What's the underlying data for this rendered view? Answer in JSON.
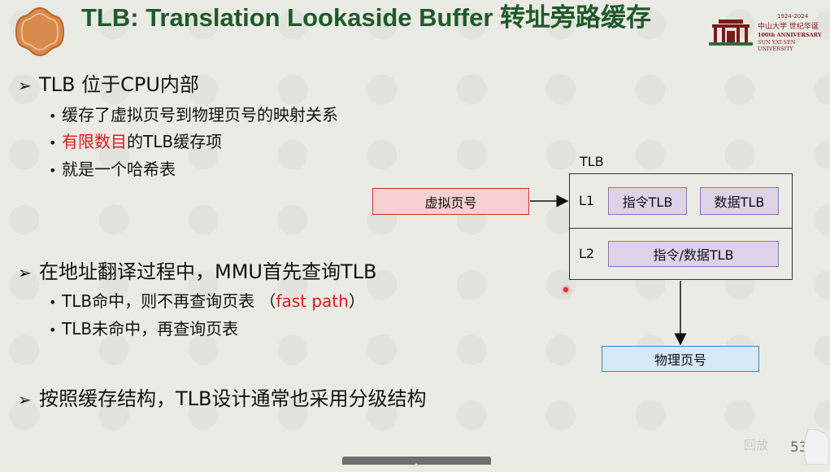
{
  "title": "TLB: Translation Lookaside Buffer 转址旁路缓存",
  "university_logo": {
    "years": "1924-2024",
    "name_cn": "中山大学 世纪华诞",
    "anniversary": "100th ANNIVERSARY",
    "name_en": "SUN YAT-SEN UNIVERSITY"
  },
  "bullets": {
    "b1": {
      "text": "TLB 位于CPU内部",
      "subs": [
        {
          "text": "缓存了虚拟页号到物理页号的映射关系"
        },
        {
          "red": "有限数目",
          "rest": "的TLB缓存项"
        },
        {
          "text": "就是一个哈希表"
        }
      ]
    },
    "b2": {
      "text": "在地址翻译过程中，MMU首先查询TLB",
      "subs": [
        {
          "pre": "TLB命中，则不再查询页表  （",
          "red": "fast path",
          "post": "）"
        },
        {
          "text": "TLB未命中，再查询页表"
        }
      ]
    },
    "b3": {
      "text": "按照缓存结构，TLB设计通常也采用分级结构"
    }
  },
  "diagram": {
    "tlb_label": "TLB",
    "virtual_page": "虚拟页号",
    "l1_label": "L1",
    "l2_label": "L2",
    "l1_inst": "指令TLB",
    "l1_data": "数据TLB",
    "l2_unified": "指令/数据TLB",
    "physical_page": "物理页号"
  },
  "footer": {
    "page_number": "53",
    "watermark": "回放"
  },
  "colors": {
    "title": "#1f5a2a",
    "highlight": "#e01818",
    "virtual_box": "#f6cfcf",
    "tlb_box": "#ddd2e8",
    "physical_box": "#d8e8f6"
  }
}
